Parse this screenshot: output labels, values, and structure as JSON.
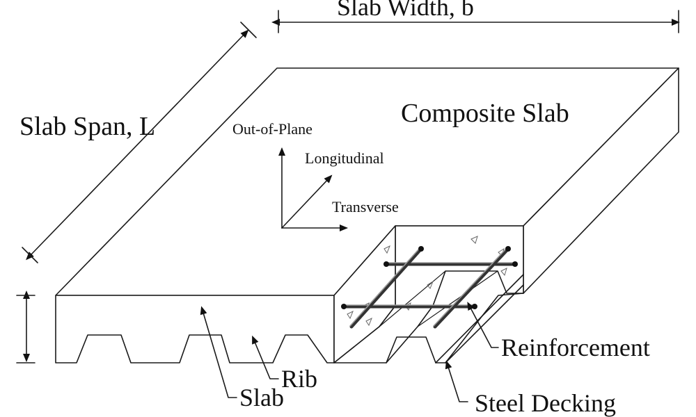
{
  "labels": {
    "slab_width": "Slab Width, b",
    "slab_span": "Slab Span, L",
    "composite_slab": "Composite Slab",
    "out_of_plane": "Out-of-Plane",
    "longitudinal": "Longitudinal",
    "transverse": "Transverse",
    "reinforcement": "Reinforcement",
    "rib": "Rib",
    "slab": "Slab",
    "steel_decking": "Steel Decking"
  }
}
